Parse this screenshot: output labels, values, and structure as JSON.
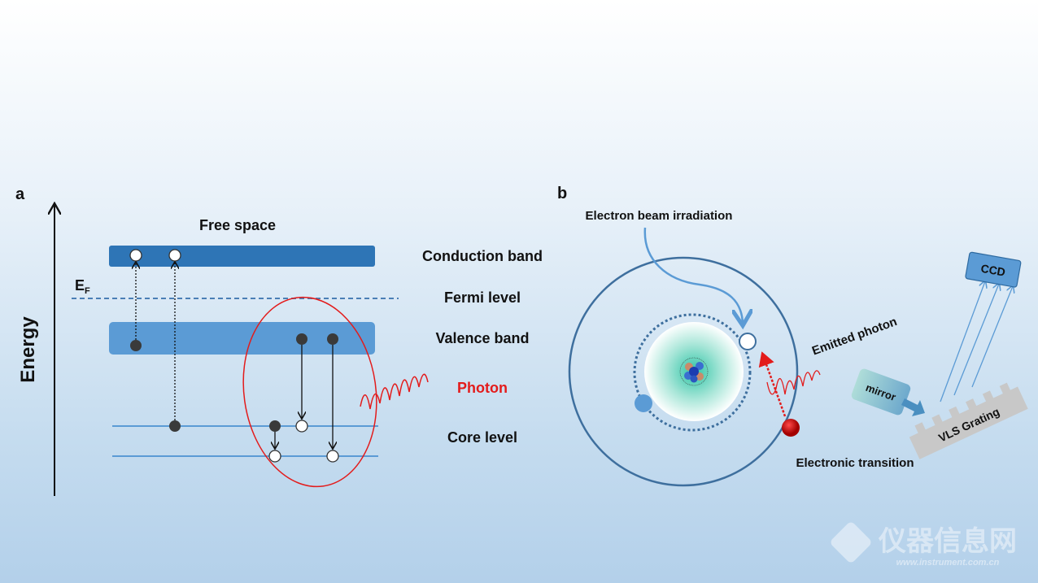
{
  "panel_a": {
    "label": "a",
    "axis_label": "Energy",
    "free_space": "Free space",
    "fermi_symbol": "E",
    "fermi_subscript": "F",
    "levels": {
      "conduction": "Conduction band",
      "fermi": "Fermi level",
      "valence": "Valence band",
      "photon": "Photon",
      "core": "Core level"
    }
  },
  "panel_b": {
    "label": "b",
    "beam": "Electron beam irradiation",
    "emitted": "Emitted photon",
    "transition": "Electronic transition",
    "mirror": "mirror",
    "grating": "VLS Grating",
    "ccd": "CCD"
  },
  "watermark": {
    "name": "仪器信息网",
    "url": "www.instrument.com.cn"
  },
  "colors": {
    "conduction": "#2e75b6",
    "valence": "#5b9bd5",
    "photon": "#e31b1b",
    "orbit": "#3e6f9e"
  }
}
